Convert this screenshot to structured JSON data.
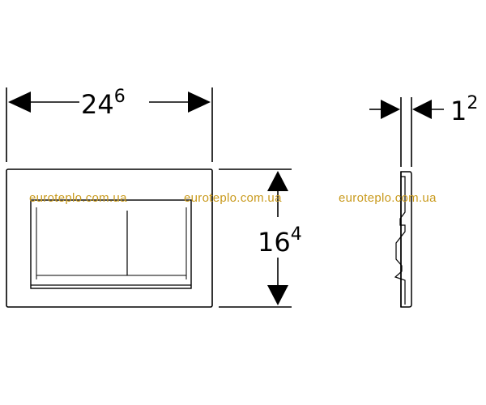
{
  "dimensions": {
    "width": {
      "main": "24",
      "sup": "6"
    },
    "height": {
      "main": "16",
      "sup": "4"
    },
    "depth": {
      "main": "1",
      "sup": "2"
    }
  },
  "watermarks": [
    "euroteplo.com.ua",
    "euroteplo.com.ua",
    "euroteplo.com.ua"
  ],
  "colors": {
    "watermark": "#c99a1d",
    "line": "#000000"
  }
}
